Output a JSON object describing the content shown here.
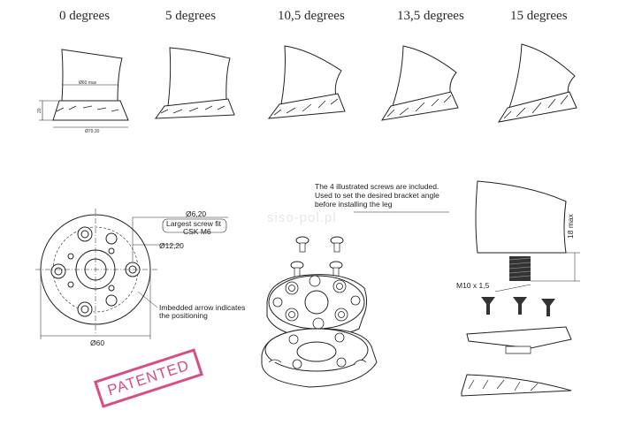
{
  "angles": [
    "0 degrees",
    "5 degrees",
    "10,5 degrees",
    "13,5 degrees",
    "15 degrees"
  ],
  "dimensions": {
    "top_width": "Ø60 max",
    "height": "20",
    "base_width": "Ø79,30",
    "screw_hole": "Ø6,20",
    "screw_fit_line1": "Largest screw fit",
    "screw_fit_line2": "CSK M6",
    "inner_circle": "Ø12,20",
    "outer": "Ø60",
    "thread": "M10 x 1,5",
    "max_height": "18 max"
  },
  "notes": {
    "arrow_line1": "Imbedded arrow indicates",
    "arrow_line2": "the positioning",
    "screws_line1": "The 4 illustrated screws are included.",
    "screws_line2": "Used to set the desired bracket angle",
    "screws_line3": "before installing the leg"
  },
  "stamp": "PATENTED",
  "watermark": "siso-pol.pl"
}
